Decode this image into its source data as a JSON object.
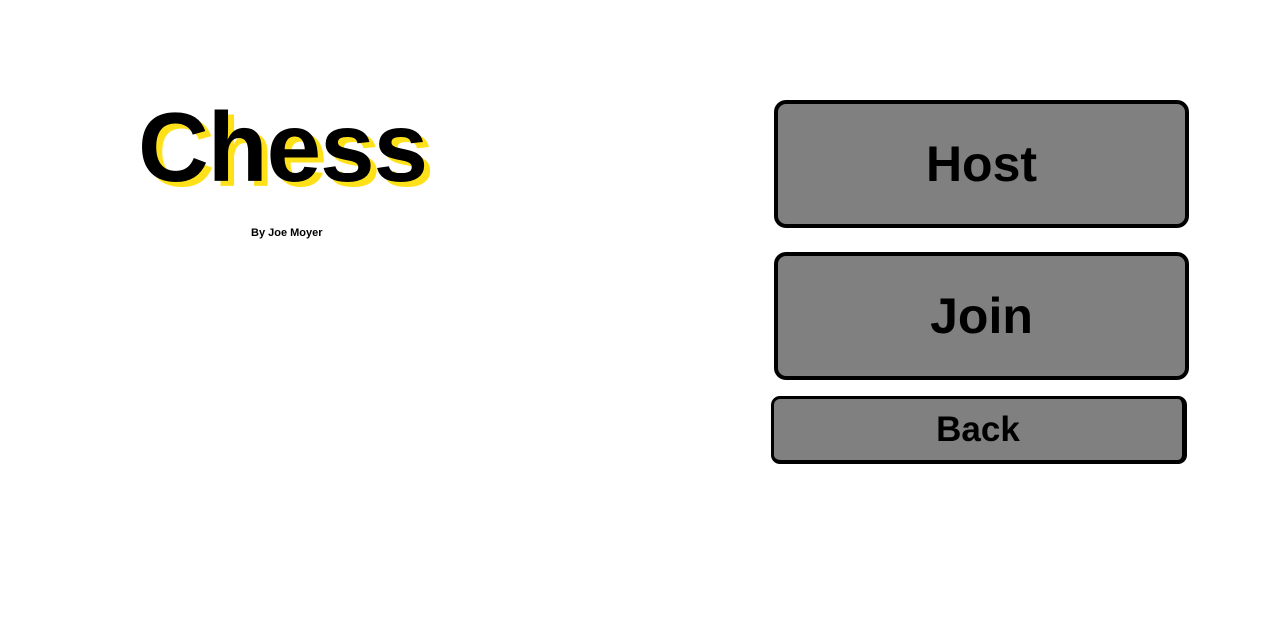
{
  "app": {
    "title": "Chess",
    "byline": "By Joe Moyer"
  },
  "menu": {
    "host_label": "Host",
    "join_label": "Join",
    "back_label": "Back"
  },
  "colors": {
    "background": "#ffffff",
    "title_text": "#000000",
    "title_shadow": "#ffe11a",
    "button_fill": "#808080",
    "button_border": "#000000"
  }
}
